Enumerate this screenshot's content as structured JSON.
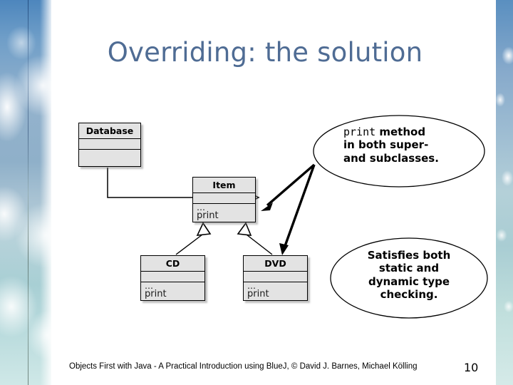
{
  "slide": {
    "title": "Overriding: the solution",
    "title_color": "#4f6c94",
    "background_color": "#ffffff",
    "page_number": "10",
    "footer": "Objects First with Java - A Practical Introduction using BlueJ, © David J. Barnes, Michael Kölling"
  },
  "diagram": {
    "type": "uml-class-diagram",
    "classes": [
      {
        "id": "database",
        "name": "Database",
        "attributes": "",
        "operations": [],
        "has_ellipsis": false
      },
      {
        "id": "item",
        "name": "Item",
        "attributes": "",
        "operations": [
          "print"
        ],
        "ellipsis": "…",
        "has_ellipsis": true
      },
      {
        "id": "cd",
        "name": "CD",
        "attributes": "",
        "operations": [
          "print"
        ],
        "ellipsis": "…",
        "has_ellipsis": true
      },
      {
        "id": "dvd",
        "name": "DVD",
        "attributes": "",
        "operations": [
          "print"
        ],
        "ellipsis": "…",
        "has_ellipsis": true
      }
    ],
    "relations": [
      {
        "kind": "association",
        "from": "database",
        "to": "item"
      },
      {
        "kind": "inheritance",
        "from": "cd",
        "to": "item"
      },
      {
        "kind": "inheritance",
        "from": "dvd",
        "to": "item"
      }
    ],
    "box_fill": "#e3e3e3",
    "box_stroke": "#000000"
  },
  "callouts": [
    {
      "id": "print-method-callout",
      "align": "left",
      "lines": [
        {
          "mono_prefix": "print",
          "text": " method"
        },
        {
          "mono_prefix": "",
          "text": "in both super-"
        },
        {
          "mono_prefix": "",
          "text": "and subclasses."
        }
      ],
      "points_to": [
        "item",
        "dvd"
      ]
    },
    {
      "id": "type-checking-callout",
      "align": "center",
      "lines": [
        {
          "mono_prefix": "",
          "text": "Satisfies both"
        },
        {
          "mono_prefix": "",
          "text": "static and"
        },
        {
          "mono_prefix": "",
          "text": "dynamic type"
        },
        {
          "mono_prefix": "",
          "text": "checking."
        }
      ],
      "points_to": []
    }
  ]
}
